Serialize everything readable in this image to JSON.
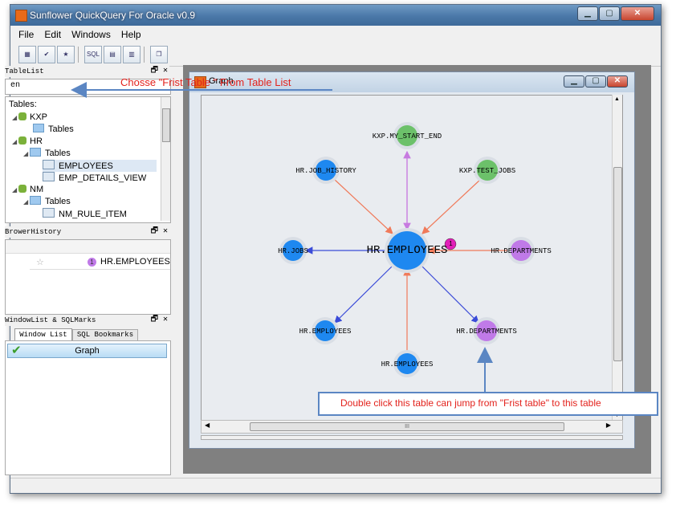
{
  "window": {
    "title": "Sunflower QuickQuery For Oracle v0.9"
  },
  "menu": [
    "File",
    "Edit",
    "Windows",
    "Help"
  ],
  "toolbar": {
    "sql_label": "SQL"
  },
  "table_list": {
    "header": "TableList",
    "search_value": "en",
    "tables_label": "Tables:",
    "tree": [
      {
        "label": "KXP",
        "type": "db"
      },
      {
        "label": "Tables",
        "type": "folder"
      },
      {
        "label": "HR",
        "type": "db"
      },
      {
        "label": "Tables",
        "type": "folder"
      },
      {
        "label": "EMPLOYEES",
        "type": "table",
        "selected": true
      },
      {
        "label": "EMP_DETAILS_VIEW",
        "type": "table"
      },
      {
        "label": "NM",
        "type": "db"
      },
      {
        "label": "Tables",
        "type": "folder"
      },
      {
        "label": "NM_RULE_ITEM",
        "type": "table"
      }
    ]
  },
  "history": {
    "header": "BrowerHistory",
    "item_badge": "1",
    "item_label": "HR.EMPLOYEES"
  },
  "window_list": {
    "header": "WindowList & SQLMarks",
    "tabs": [
      "Window List",
      "SQL Bookmarks"
    ],
    "items": [
      "Graph"
    ]
  },
  "graph_window": {
    "title": "Graph"
  },
  "graph": {
    "center": "HR.EMPLOYEES",
    "center_badge": "1",
    "nodes": [
      "KXP.MY_START_END",
      "HR.JOB_HISTORY",
      "KXP.TEST_JOBS",
      "HR.JOBS",
      "HR.DEPARTMENTS",
      "HR.EMPLOYEES",
      "HR.DEPARTMENTS",
      "HR.EMPLOYEES"
    ]
  },
  "annotations": {
    "top": "Chosse \"Frist Table \" From Table List",
    "bottom": "Double click this table can jump from \"Frist table\" to this table"
  },
  "scrollbar": {
    "thumb_label": "III"
  },
  "colors": {
    "node_blue": "#1e88f0",
    "node_green": "#6cc16a",
    "node_purple": "#c07ae8",
    "edge_orange": "#f07a5a",
    "edge_blue": "#3a4bd8",
    "edge_violet": "#c77ae0",
    "annot_red": "#e3221c",
    "callout_border": "#5b86c3"
  }
}
